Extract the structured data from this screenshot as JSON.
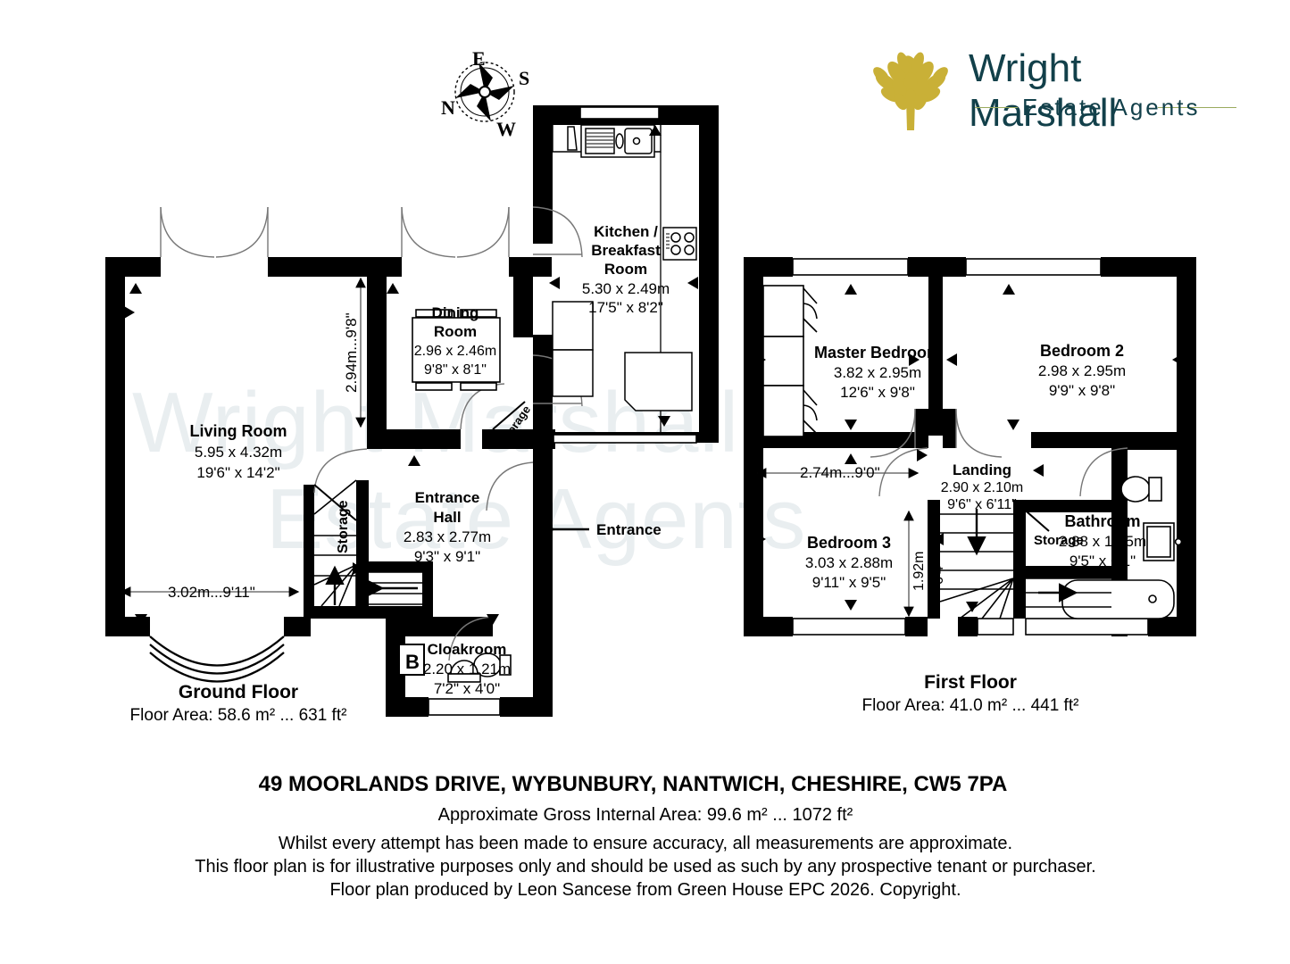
{
  "brand": {
    "name": "Wright Marshall",
    "tagline": "Estate Agents",
    "logo_icon": "tree-icon",
    "color_dark": "#12404a",
    "color_gold": "#c9b037",
    "color_olive": "#9aab5e"
  },
  "watermark": {
    "line1": "Wright",
    "line2": "Estate Agents",
    "full": "Wright Marshall"
  },
  "compass": {
    "icon": "compass-rose-icon",
    "labels": {
      "top": "E",
      "right": "S",
      "bottom": "W",
      "left": "N"
    }
  },
  "floors": [
    {
      "id": "ground",
      "title": "Ground Floor",
      "area_line": "Floor Area: 58.6 m² ... 631 ft²",
      "rooms": [
        {
          "name": "Living Room",
          "metric": "5.95 x 4.32m",
          "imperial": "19'6\" x 14'2\""
        },
        {
          "name": "Dining\nRoom",
          "metric": "2.96 x 2.46m",
          "imperial": "9'8\" x 8'1\""
        },
        {
          "name": "Kitchen /\nBreakfast\nRoom",
          "metric": "5.30 x 2.49m",
          "imperial": "17'5\" x 8'2\""
        },
        {
          "name": "Entrance\nHall",
          "metric": "2.83 x 2.77m",
          "imperial": "9'3\" x 9'1\""
        },
        {
          "name": "Cloakroom",
          "metric": "2.20 x 1.21m",
          "imperial": "7'2\" x 4'0\""
        }
      ],
      "labels": [
        {
          "text": "Living Room",
          "kind": "room-title"
        },
        {
          "text": "5.95 x 4.32m",
          "kind": "dim"
        },
        {
          "text": "19'6\" x 14'2\"",
          "kind": "dim"
        },
        {
          "text": "Dining",
          "kind": "room-title"
        },
        {
          "text": "Room",
          "kind": "room-title"
        },
        {
          "text": "2.96 x 2.46m",
          "kind": "dim"
        },
        {
          "text": "9'8\" x 8'1\"",
          "kind": "dim"
        },
        {
          "text": "Kitchen /",
          "kind": "room-title"
        },
        {
          "text": "Breakfast",
          "kind": "room-title"
        },
        {
          "text": "Room",
          "kind": "room-title"
        },
        {
          "text": "5.30 x 2.49m",
          "kind": "dim"
        },
        {
          "text": "17'5\" x 8'2\"",
          "kind": "dim"
        },
        {
          "text": "Entrance",
          "kind": "room-title"
        },
        {
          "text": "Hall",
          "kind": "room-title"
        },
        {
          "text": "2.83 x 2.77m",
          "kind": "dim"
        },
        {
          "text": "9'3\" x 9'1\"",
          "kind": "dim"
        },
        {
          "text": "Cloakroom",
          "kind": "room-title"
        },
        {
          "text": "2.20 x 1.21m",
          "kind": "dim"
        },
        {
          "text": "7'2\" x 4'0\"",
          "kind": "dim"
        }
      ],
      "annotations": [
        {
          "text": "2.94m...9'8\"",
          "kind": "dim-arrow-vertical"
        },
        {
          "text": "3.02m...9'11\"",
          "kind": "dim-arrow-horizontal"
        },
        {
          "text": "Entrance",
          "kind": "entrance-marker"
        },
        {
          "text": "Storage",
          "kind": "storage-label"
        },
        {
          "text": "Storage",
          "kind": "storage-label"
        },
        {
          "text": "B",
          "kind": "boiler-marker"
        }
      ]
    },
    {
      "id": "first",
      "title": "First Floor",
      "area_line": "Floor Area: 41.0 m² ... 441 ft²",
      "rooms": [
        {
          "name": "Master Bedroom",
          "metric": "3.82 x 2.95m",
          "imperial": "12'6\" x 9'8\""
        },
        {
          "name": "Bedroom 2",
          "metric": "2.98 x 2.95m",
          "imperial": "9'9\" x 9'8\""
        },
        {
          "name": "Bedroom 3",
          "metric": "3.03 x 2.88m",
          "imperial": "9'11\" x 9'5\""
        },
        {
          "name": "Landing",
          "metric": "2.90 x 2.10m",
          "imperial": "9'6\" x 6'11\""
        },
        {
          "name": "Bathroom",
          "metric": "2.88 x 1.85m",
          "imperial": "9'5\" x 6'1\""
        }
      ],
      "labels": [
        {
          "text": "Master Bedroom",
          "kind": "room-title"
        },
        {
          "text": "3.82 x 2.95m",
          "kind": "dim"
        },
        {
          "text": "12'6\" x 9'8\"",
          "kind": "dim"
        },
        {
          "text": "Bedroom 2",
          "kind": "room-title"
        },
        {
          "text": "2.98 x 2.95m",
          "kind": "dim"
        },
        {
          "text": "9'9\" x 9'8\"",
          "kind": "dim"
        },
        {
          "text": "Bedroom 3",
          "kind": "room-title"
        },
        {
          "text": "3.03 x 2.88m",
          "kind": "dim"
        },
        {
          "text": "9'11\" x 9'5\"",
          "kind": "dim"
        },
        {
          "text": "Landing",
          "kind": "room-title"
        },
        {
          "text": "2.90 x 2.10m",
          "kind": "dim"
        },
        {
          "text": "9'6\" x 6'11\"",
          "kind": "dim"
        },
        {
          "text": "Bathroom",
          "kind": "room-title"
        },
        {
          "text": "2.88 x 1.85m",
          "kind": "dim"
        },
        {
          "text": "9'5\" x 6'1\"",
          "kind": "dim"
        }
      ],
      "annotations": [
        {
          "text": "2.74m...9'0\"",
          "kind": "dim-arrow-horizontal"
        },
        {
          "text": "1.92m",
          "kind": "dim-arrow-vertical"
        },
        {
          "text": "6'4\"",
          "kind": "dim-arrow-vertical"
        },
        {
          "text": "Storage",
          "kind": "storage-label"
        }
      ]
    }
  ],
  "footer": {
    "address": "49 MOORLANDS DRIVE, WYBUNBURY, NANTWICH, CHESHIRE, CW5 7PA",
    "gross_area": "Approximate Gross Internal Area: 99.6 m² ... 1072 ft²",
    "disclaimer_1": "Whilst every attempt has been made to ensure accuracy, all measurements are approximate.",
    "disclaimer_2": "This floor plan is for illustrative purposes only and should be used as such by any prospective tenant or purchaser.",
    "credit": "Floor plan produced by Leon Sancese from Green House EPC 2026. Copyright."
  }
}
